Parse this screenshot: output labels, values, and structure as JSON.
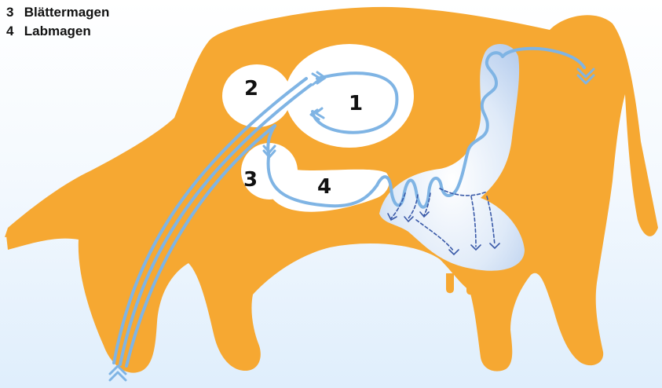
{
  "legend": {
    "items": [
      {
        "number": "3",
        "label": "Blättermagen"
      },
      {
        "number": "4",
        "label": "Labmagen"
      }
    ]
  },
  "diagram_labels": {
    "stomach_1": "1",
    "stomach_2": "2",
    "stomach_3": "3",
    "stomach_4": "4"
  },
  "colors": {
    "cow_body": "#f6a832",
    "stomach_fill": "#ffffff",
    "digestive_path": "#7fb4e4",
    "dashed_arrows": "#3a5aa8",
    "intestine_glow": "#c9dcf3",
    "background_bottom": "#dfeefc"
  }
}
